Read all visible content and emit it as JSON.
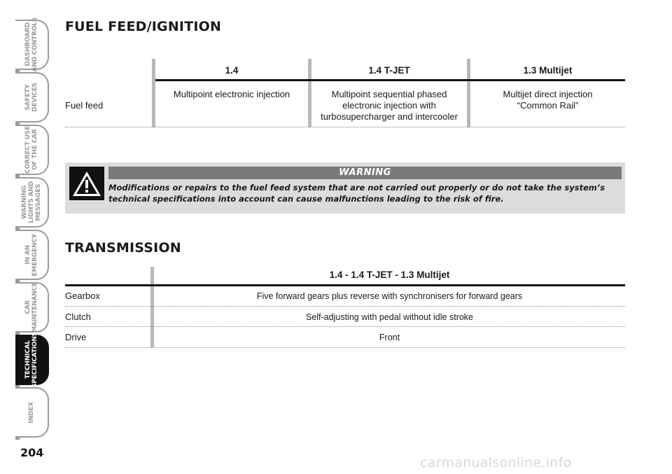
{
  "sidebar": {
    "tabs": [
      {
        "label": "DASHBOARD\nAND CONTROLS",
        "active": false
      },
      {
        "label": "SAFETY\nDEVICES",
        "active": false
      },
      {
        "label": "CORRECT USE\nOF THE CAR",
        "active": false
      },
      {
        "label": "WARNING\nLIGHTS AND\nMESSAGES",
        "active": false
      },
      {
        "label": "IN AN\nEMERGENCY",
        "active": false
      },
      {
        "label": "CAR\nMAINTENANCE",
        "active": false
      },
      {
        "label": "TECHNICAL\nSPECIFICATIONS",
        "active": true
      },
      {
        "label": "INDEX",
        "active": false
      }
    ],
    "page_number": "204"
  },
  "fuel": {
    "title": "FUEL FEED/IGNITION",
    "columns": [
      "1.4",
      "1.4 T-JET",
      "1.3 Multijet"
    ],
    "row_label": "Fuel feed",
    "values": [
      "Multipoint electronic injection",
      "Multipoint sequential phased\nelectronic injection with\nturbosupercharger and intercooler",
      "Multijet direct injection\n“Common Rail”"
    ]
  },
  "warning": {
    "title": "WARNING",
    "text": "Modifications or repairs to the fuel feed system that are not carried out properly or do not take the system’s technical specifications into account can cause malfunctions leading to the risk of fire."
  },
  "transmission": {
    "title": "TRANSMISSION",
    "column": "1.4 - 1.4 T-JET - 1.3 Multijet",
    "rows": [
      {
        "label": "Gearbox",
        "value": "Five forward gears plus reverse with synchronisers for forward gears"
      },
      {
        "label": "Clutch",
        "value": "Self-adjusting with pedal without idle stroke"
      },
      {
        "label": "Drive",
        "value": "Front"
      }
    ]
  },
  "watermark": "carmanualsonline.info"
}
